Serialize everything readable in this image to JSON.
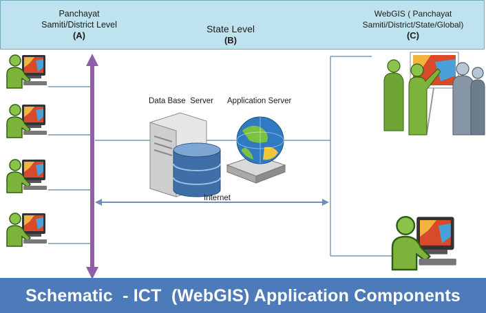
{
  "header": {
    "col_a": {
      "line1": "Panchayat",
      "line2": "Samiti/District Level",
      "letter": "(A)"
    },
    "col_b": {
      "line1": "State Level",
      "letter": "(B)"
    },
    "col_c": {
      "line1": "WebGIS ( Panchayat",
      "line2": "Samiti/District/State/Global)",
      "letter": "(C)"
    }
  },
  "labels": {
    "database_server": "Data Base  Server",
    "application_server": "Application Server",
    "internet": "Internet"
  },
  "footer": {
    "title": "Schematic  - ICT  (WebGIS) Application Components"
  },
  "colors": {
    "header_bg": "#bfe3ee",
    "footer_bg": "#4d7bb9",
    "purple_arrow": "#8e5fa8",
    "blue_arrow": "#6f8fb9"
  }
}
